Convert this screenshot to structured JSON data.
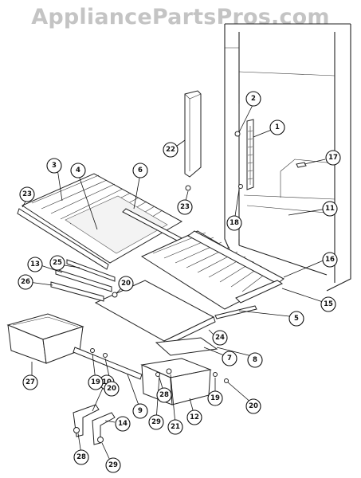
{
  "watermark": "AppliancePartsPros.com",
  "callouts": [
    {
      "id": "c1",
      "text": "1"
    },
    {
      "id": "c2",
      "text": "2"
    },
    {
      "id": "c3",
      "text": "3"
    },
    {
      "id": "c4",
      "text": "4"
    },
    {
      "id": "c5",
      "text": "5"
    },
    {
      "id": "c6",
      "text": "6"
    },
    {
      "id": "c7",
      "text": "7"
    },
    {
      "id": "c8",
      "text": "8"
    },
    {
      "id": "c9",
      "text": "9"
    },
    {
      "id": "c10",
      "text": "10"
    },
    {
      "id": "c11",
      "text": "11"
    },
    {
      "id": "c12",
      "text": "12"
    },
    {
      "id": "c13",
      "text": "13"
    },
    {
      "id": "c14",
      "text": "14"
    },
    {
      "id": "c15",
      "text": "15"
    },
    {
      "id": "c16",
      "text": "16"
    },
    {
      "id": "c17",
      "text": "17"
    },
    {
      "id": "c18",
      "text": "18"
    },
    {
      "id": "c19a",
      "text": "19"
    },
    {
      "id": "c19b",
      "text": "19"
    },
    {
      "id": "c20a",
      "text": "20"
    },
    {
      "id": "c20b",
      "text": "20"
    },
    {
      "id": "c20c",
      "text": "20"
    },
    {
      "id": "c21",
      "text": "21"
    },
    {
      "id": "c22",
      "text": "22"
    },
    {
      "id": "c23a",
      "text": "23"
    },
    {
      "id": "c23b",
      "text": "23"
    },
    {
      "id": "c24",
      "text": "24"
    },
    {
      "id": "c25",
      "text": "25"
    },
    {
      "id": "c26",
      "text": "26"
    },
    {
      "id": "c27",
      "text": "27"
    },
    {
      "id": "c28a",
      "text": "28"
    },
    {
      "id": "c28b",
      "text": "28"
    },
    {
      "id": "c29a",
      "text": "29"
    },
    {
      "id": "c29b",
      "text": "29"
    }
  ]
}
